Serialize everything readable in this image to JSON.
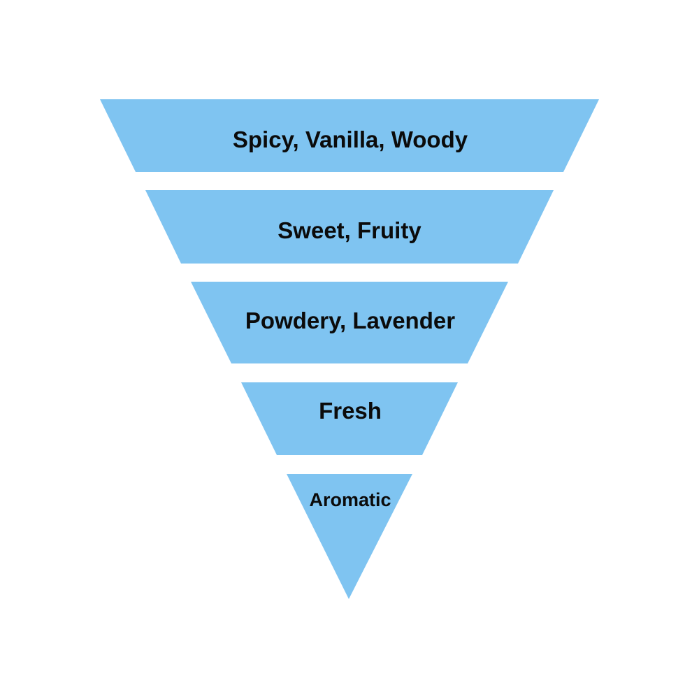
{
  "diagram": {
    "type": "inverted-pyramid",
    "fill_color": "#7FC4F1",
    "text_color": "#0b0b0b",
    "background": "#ffffff",
    "tiers": [
      {
        "label": "Spicy, Vanilla, Woody"
      },
      {
        "label": "Sweet, Fruity"
      },
      {
        "label": "Powdery, Lavender"
      },
      {
        "label": "Fresh"
      },
      {
        "label": "Aromatic"
      }
    ]
  }
}
